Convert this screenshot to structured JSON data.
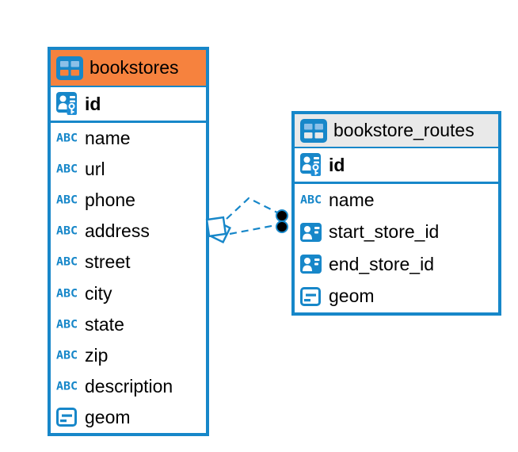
{
  "colors": {
    "accent": "#1787c9",
    "headerOrange": "#f6823e",
    "headerGray": "#e9e9e9",
    "cellLight": "#8cc0e8",
    "keyPatch": "#1f8ed6",
    "dotFill": "#000000",
    "canvasBg": "#ffffff"
  },
  "icons": {
    "text_type_glyph": "ABC"
  },
  "tables": [
    {
      "name": "bookstores",
      "pk": {
        "name": "id",
        "type": "primary-key"
      },
      "columns": [
        {
          "name": "name",
          "type": "text"
        },
        {
          "name": "url",
          "type": "text"
        },
        {
          "name": "phone",
          "type": "text"
        },
        {
          "name": "address",
          "type": "text"
        },
        {
          "name": "street",
          "type": "text"
        },
        {
          "name": "city",
          "type": "text"
        },
        {
          "name": "state",
          "type": "text"
        },
        {
          "name": "zip",
          "type": "text"
        },
        {
          "name": "description",
          "type": "text"
        },
        {
          "name": "geom",
          "type": "geometry"
        }
      ]
    },
    {
      "name": "bookstore_routes",
      "pk": {
        "name": "id",
        "type": "primary-key"
      },
      "columns": [
        {
          "name": "name",
          "type": "text"
        },
        {
          "name": "start_store_id",
          "type": "reference"
        },
        {
          "name": "end_store_id",
          "type": "reference"
        },
        {
          "name": "geom",
          "type": "geometry"
        }
      ]
    }
  ],
  "relationship": {
    "from_table": "bookstores",
    "to_table": "bookstore_routes",
    "line_style": "dashed",
    "left_end_marker": "stacked-squares",
    "right_end_marker": "double-dot"
  }
}
